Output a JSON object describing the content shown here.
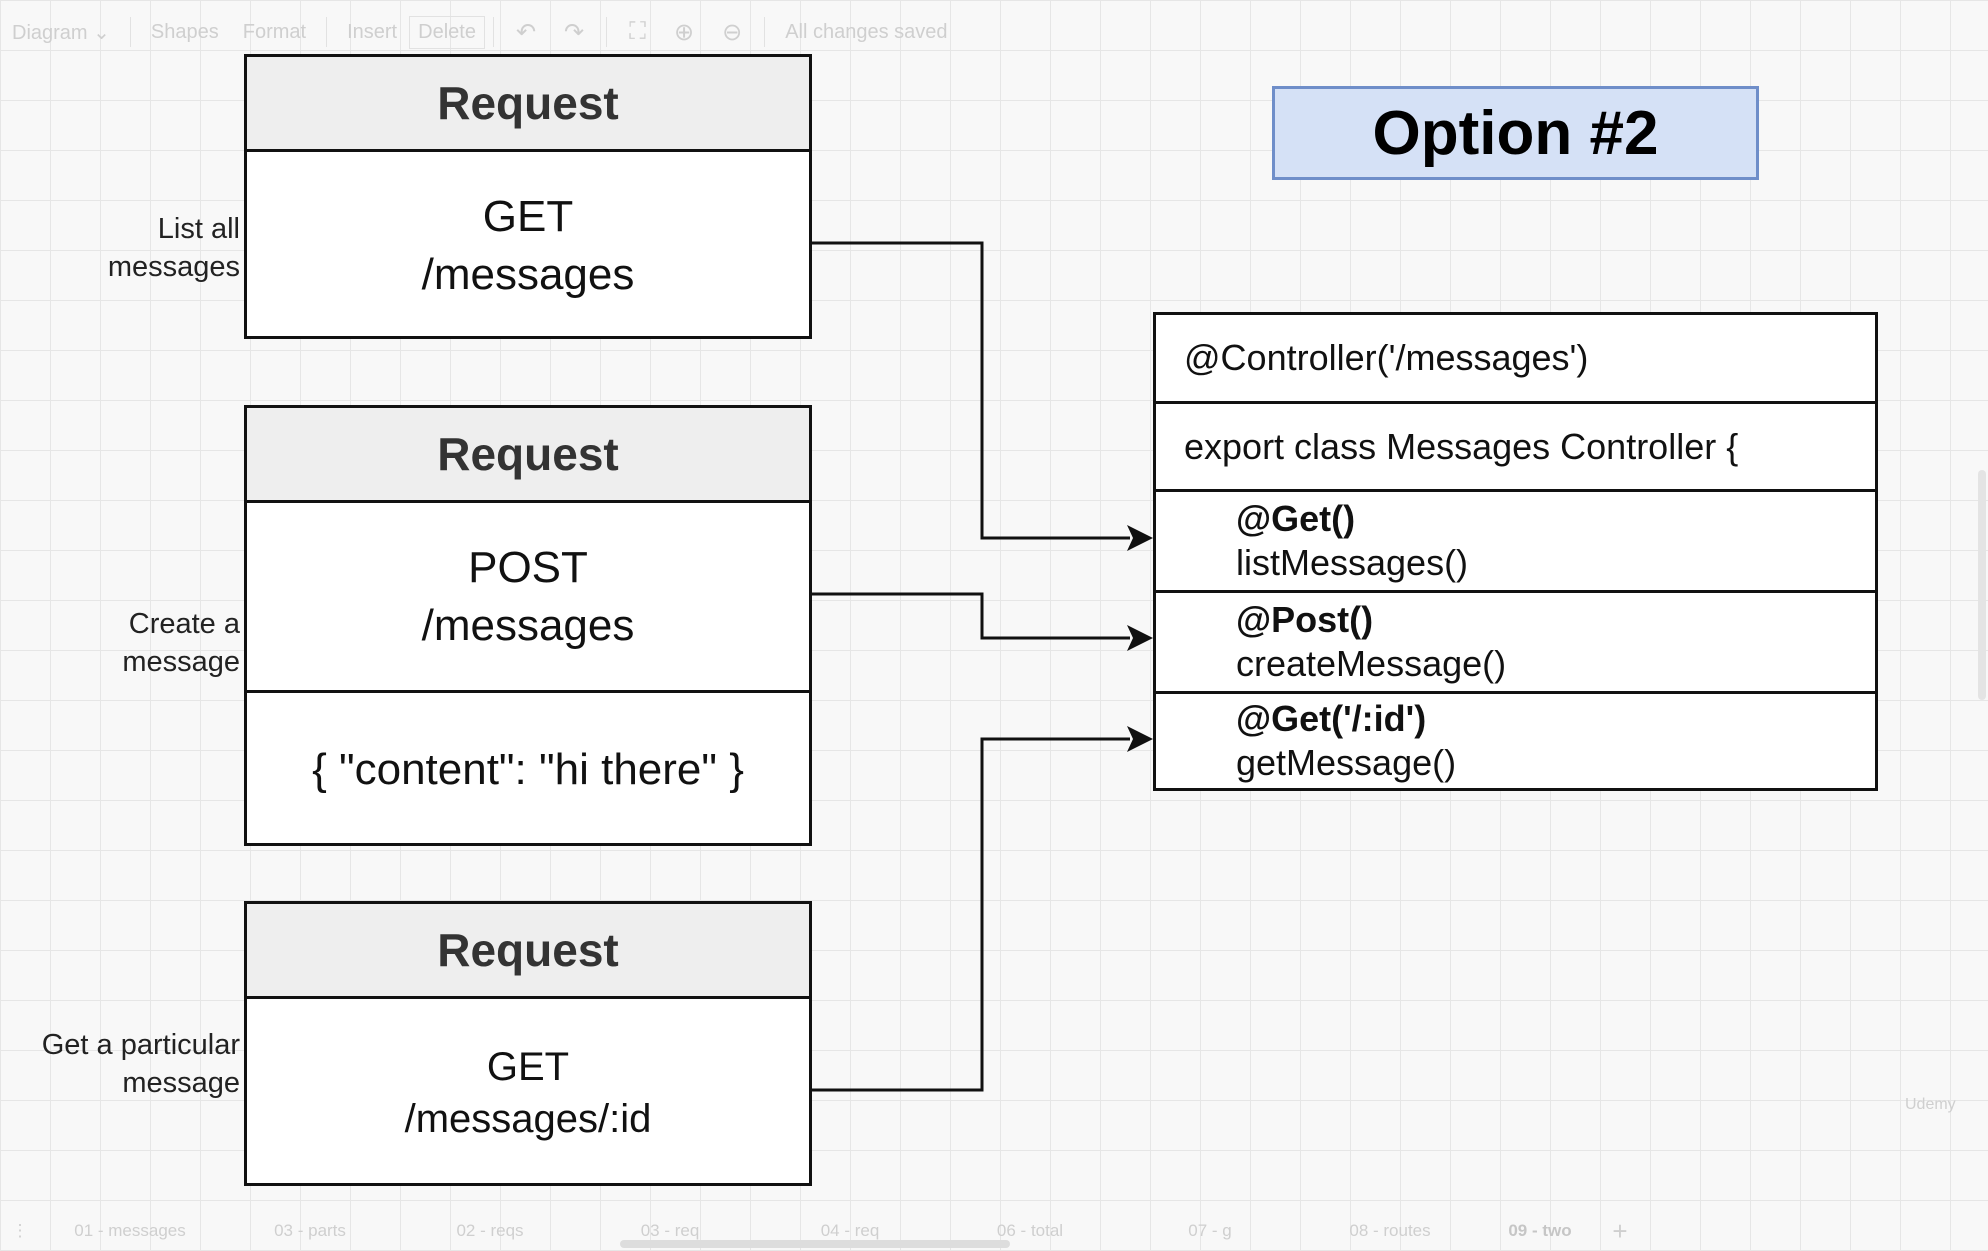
{
  "toolbar": {
    "diagram_menu": "Diagram",
    "shapes": "Shapes",
    "format": "Format",
    "insert": "Insert",
    "delete": "Delete",
    "status": "All changes saved",
    "icons": [
      "undo-icon",
      "redo-icon",
      "fullscreen-icon",
      "zoom-in-icon",
      "zoom-out-icon"
    ]
  },
  "option_title": "Option #2",
  "requests": [
    {
      "side_label_1": "List all",
      "side_label_2": "messages",
      "header": "Request",
      "method": "GET",
      "path": "/messages",
      "body": ""
    },
    {
      "side_label_1": "Create a",
      "side_label_2": "message",
      "header": "Request",
      "method": "POST",
      "path": "/messages",
      "body": "{ \"content\": \"hi there\" }"
    },
    {
      "side_label_1": "Get a particular",
      "side_label_2": "message",
      "header": "Request",
      "method": "GET",
      "path": "/messages/:id",
      "body": ""
    }
  ],
  "controller": {
    "decorator": "@Controller('/messages')",
    "class_decl": "export class Messages Controller {",
    "methods": [
      {
        "decorator": "@Get()",
        "name": "listMessages()"
      },
      {
        "decorator": "@Post()",
        "name": "createMessage()"
      },
      {
        "decorator": "@Get('/:id')",
        "name": "getMessage()"
      }
    ]
  },
  "page_tabs": [
    "01 - messages",
    "03 - parts",
    "02 - reqs",
    "03 - req",
    "04 - req",
    "06 - total",
    "07 - g",
    "08 - routes",
    "09 - two"
  ],
  "active_tab": "09 - two",
  "add_tab_icon": "plus-icon",
  "watermark": "Udemy"
}
